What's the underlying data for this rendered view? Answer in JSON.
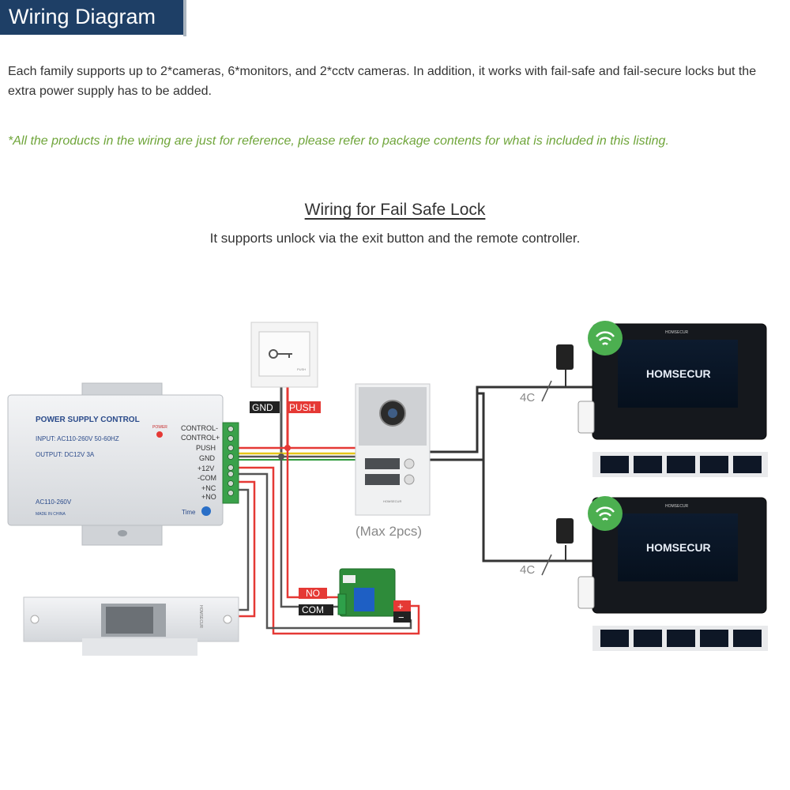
{
  "header": {
    "title": "Wiring Diagram"
  },
  "intro": "Each family supports up to 2*cameras, 6*monitors, and 2*cctv cameras. In addition, it works with fail-safe and fail-secure locks but the extra power supply has to be added.",
  "note": "*All the products in the wiring are just for reference, please refer to package contents for what is included in this listing.",
  "section": {
    "title": "Wiring for Fail Safe Lock",
    "subtitle": "It supports unlock via the exit button and the remote controller."
  },
  "power_supply": {
    "title": "POWER SUPPLY CONTROL",
    "input": "INPUT: AC110-260V 50-60HZ",
    "output": "OUTPUT: DC12V  3A",
    "ac": "AC110-260V",
    "made_in": "MADE IN CHINA",
    "power_led": "POWER",
    "time": "Time",
    "terminals": [
      "CONTROL-",
      "CONTROL+",
      "PUSH",
      "GND",
      "+12V",
      "-COM",
      "+NC",
      "+NO"
    ]
  },
  "exit_button": {
    "push_text": "PUSH"
  },
  "wire_labels": {
    "gnd": "GND",
    "push": "PUSH",
    "no": "NO",
    "com": "COM",
    "plus": "+",
    "minus": "−",
    "four_c": "4C"
  },
  "door_station": {
    "brand": "HOMSECUR",
    "caption": "(Max 2pcs)"
  },
  "monitor": {
    "brand_top": "HOMSECUR",
    "logo": "HOMSECUR"
  },
  "lock": {
    "brand": "HOMSECUR"
  },
  "colors": {
    "header": "#1e3f66",
    "note": "#6fa53a",
    "wire_red": "#e53935",
    "wire_yellow": "#e6c619",
    "wire_green": "#2e9b3c",
    "wifi": "#4caf50"
  }
}
